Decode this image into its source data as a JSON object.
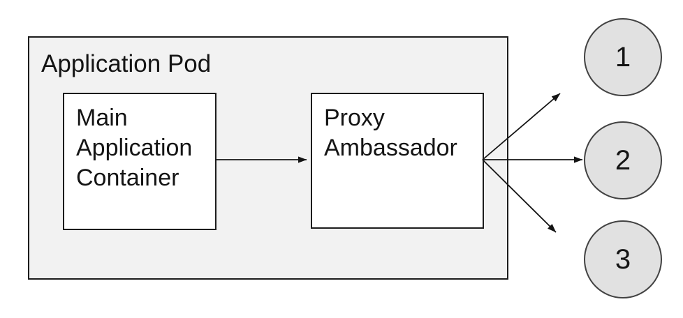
{
  "diagram": {
    "pod": {
      "label": "Application Pod"
    },
    "nodes": [
      {
        "id": "main-application-container",
        "label": "Main Application Container"
      },
      {
        "id": "proxy-ambassador",
        "label": "Proxy Ambassador"
      }
    ],
    "endpoints": [
      {
        "label": "1"
      },
      {
        "label": "2"
      },
      {
        "label": "3"
      }
    ],
    "colors": {
      "pod_fill": "#f2f2f2",
      "node_fill": "#ffffff",
      "endpoint_fill": "#e1e1e1",
      "border": "#1c1c1c",
      "endpoint_border": "#424242",
      "arrow": "#141414",
      "text": "#141414"
    }
  }
}
